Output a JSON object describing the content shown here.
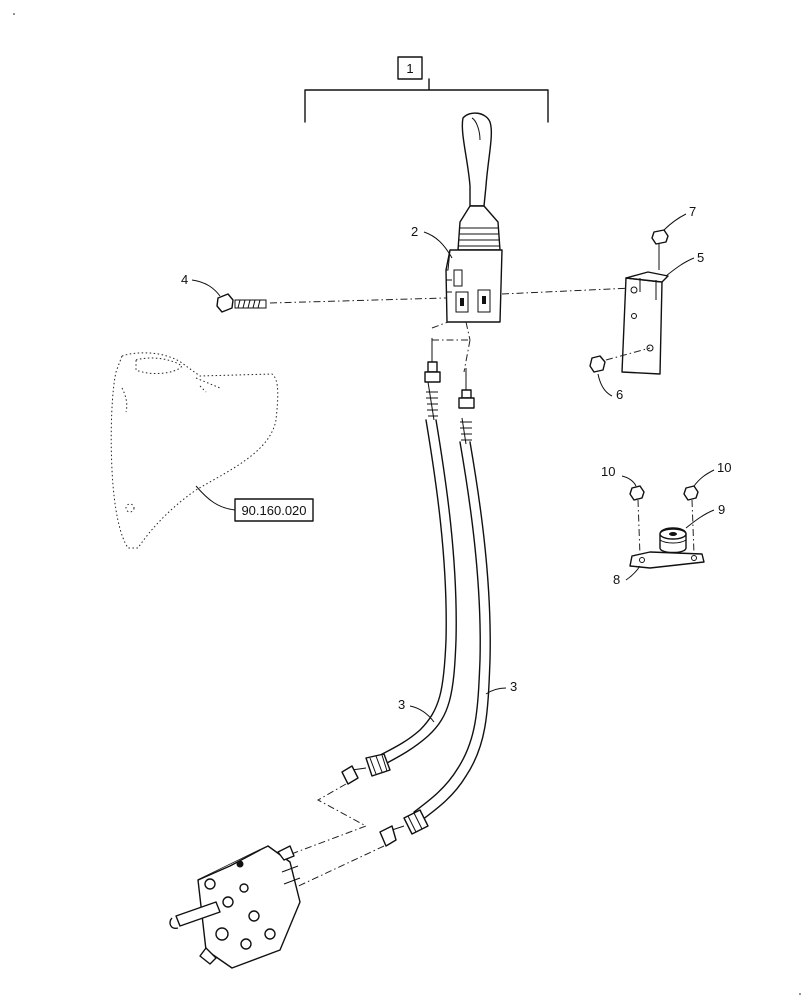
{
  "callouts": {
    "c1": "1",
    "c2": "2",
    "c3a": "3",
    "c3b": "3",
    "c4": "4",
    "c5": "5",
    "c6": "6",
    "c7": "7",
    "c8": "8",
    "c9": "9",
    "c10a": "10",
    "c10b": "10"
  },
  "reference": {
    "section": "90.160.020"
  }
}
